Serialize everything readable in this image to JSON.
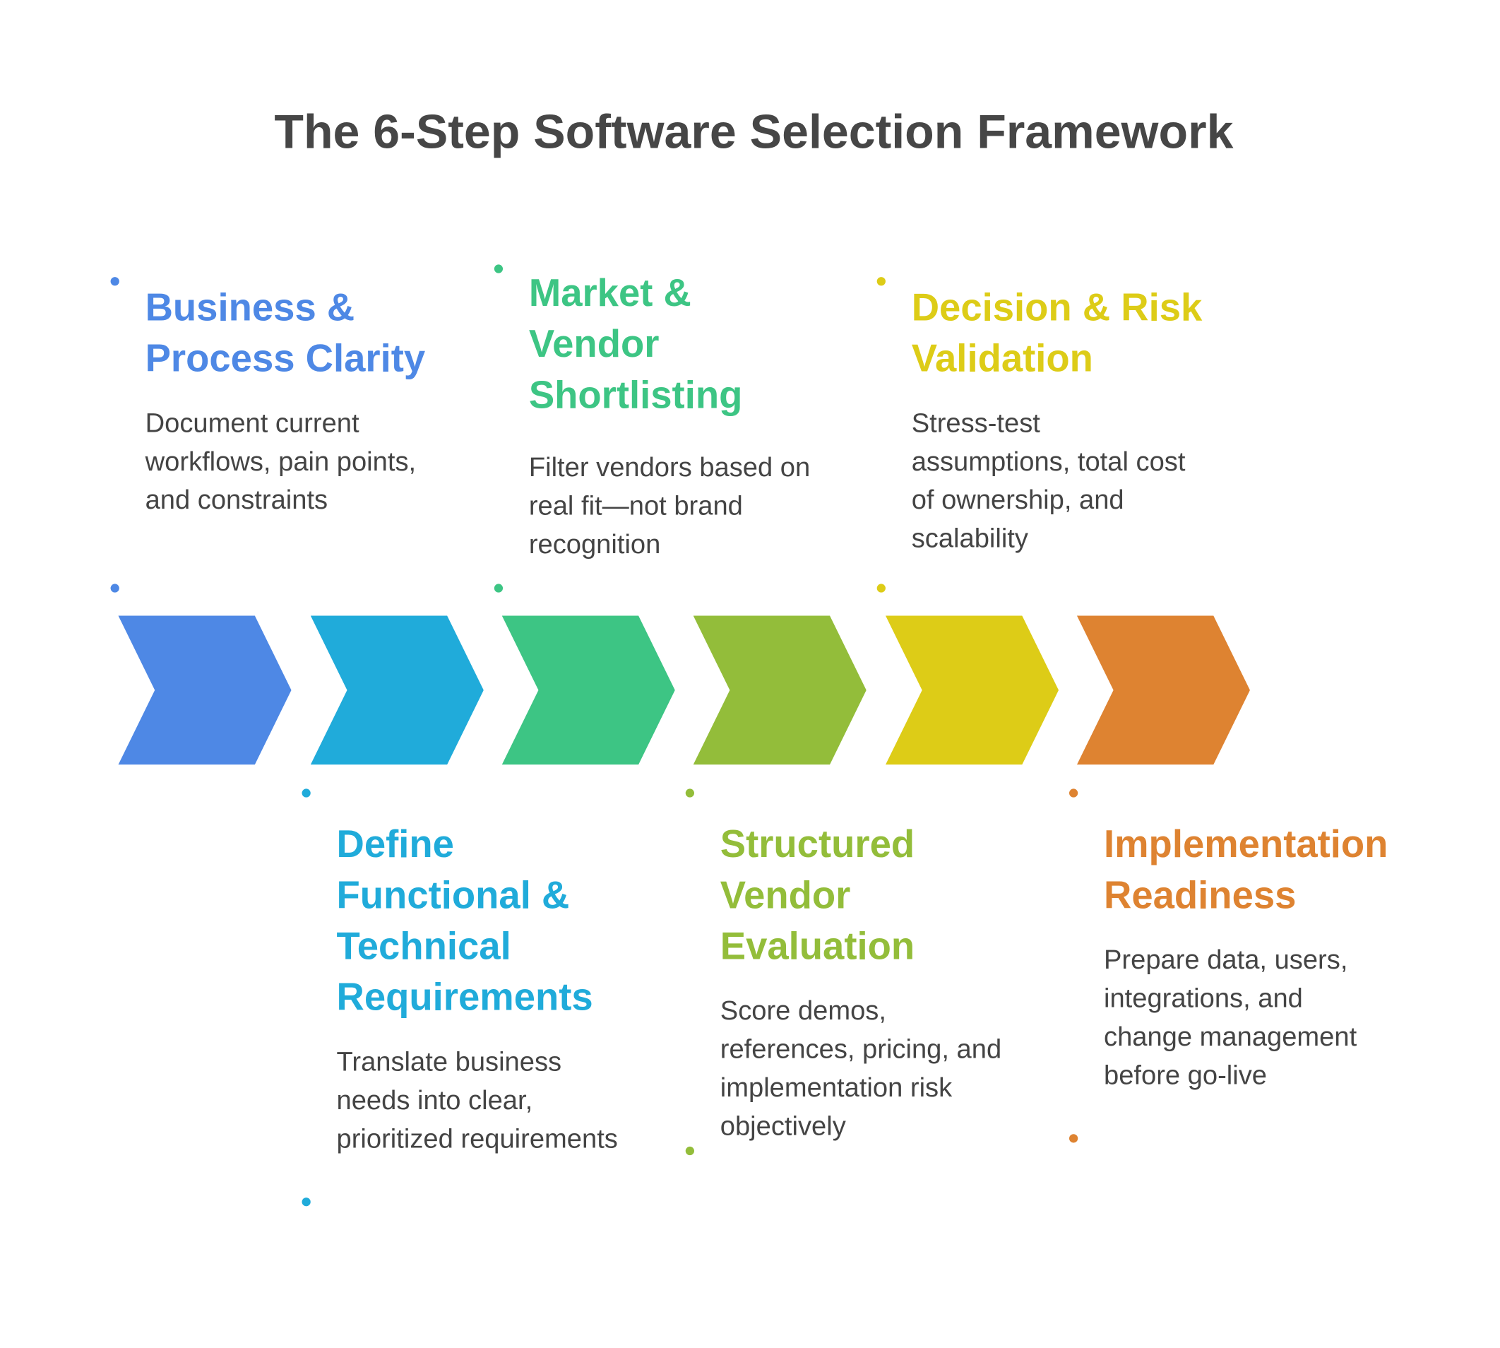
{
  "title": "The 6-Step Software Selection Framework",
  "steps": [
    {
      "title": "Business & Process Clarity",
      "description": "Document current workflows, pain points, and constraints",
      "color": "#4E88E5"
    },
    {
      "title": "Define Functional & Technical Requirements",
      "description": "Translate business needs into clear, prioritized requirements",
      "color": "#20ABDA"
    },
    {
      "title": "Market & Vendor Shortlisting",
      "description": "Filter vendors based on real fit—not brand recognition",
      "color": "#3DC584"
    },
    {
      "title": "Structured Vendor Evaluation",
      "description": "Score demos, references, pricing, and implementation risk objectively",
      "color": "#93BD3A"
    },
    {
      "title": "Decision & Risk Validation",
      "description": "Stress-test assumptions, total cost of ownership, and scalability",
      "color": "#DDCC17"
    },
    {
      "title": "Implementation Readiness",
      "description": "Prepare data, users, integrations, and change management before go-live",
      "color": "#DE8331"
    }
  ]
}
